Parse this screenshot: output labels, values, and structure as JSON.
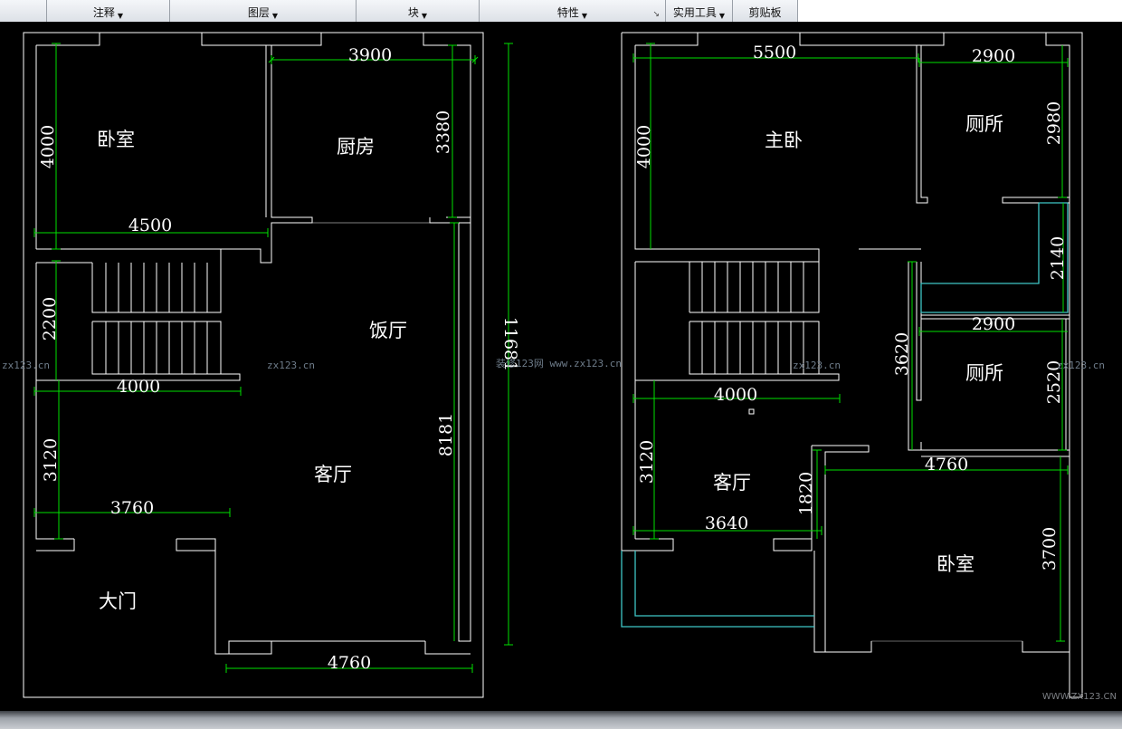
{
  "ribbon": {
    "panels": [
      {
        "label": "注释",
        "has_dropdown": true
      },
      {
        "label": "图层",
        "has_dropdown": true
      },
      {
        "label": "块",
        "has_dropdown": true
      },
      {
        "label": "特性",
        "has_dropdown": true
      },
      {
        "label": "实用工具",
        "has_dropdown": true
      },
      {
        "label": "剪贴板",
        "has_dropdown": false
      }
    ]
  },
  "plan_left": {
    "rooms": {
      "bedroom": "卧室",
      "kitchen": "厨房",
      "dining": "饭厅",
      "living": "客厅",
      "gate": "大门"
    },
    "dims": {
      "d3900": "3900",
      "d4000_v": "4000",
      "d3380": "3380",
      "d4500": "4500",
      "d2200": "2200",
      "d4000_h": "4000",
      "d11681": "11681",
      "d8181": "8181",
      "d3120": "3120",
      "d3760": "3760",
      "d4760": "4760"
    }
  },
  "plan_right": {
    "rooms": {
      "master": "主卧",
      "toilet1": "厕所",
      "toilet2": "厕所",
      "living": "客厅",
      "bedroom": "卧室"
    },
    "dims": {
      "d5500": "5500",
      "d2900_a": "2900",
      "d4000_v": "4000",
      "d2980": "2980",
      "d2140": "2140",
      "d2900_b": "2900",
      "d3620": "3620",
      "d2520": "2520",
      "d4000_h": "4000",
      "d4760": "4760",
      "d3120": "3120",
      "d1820": "1820",
      "d3640": "3640",
      "d3700": "3700"
    }
  },
  "watermarks": {
    "a": "zx123.cn",
    "b": "zx123.cn",
    "c": "装修123网 www.zx123.cn",
    "d": "zx123.cn",
    "e": "zx123.cn",
    "footer": "WWW.ZX123.CN"
  }
}
